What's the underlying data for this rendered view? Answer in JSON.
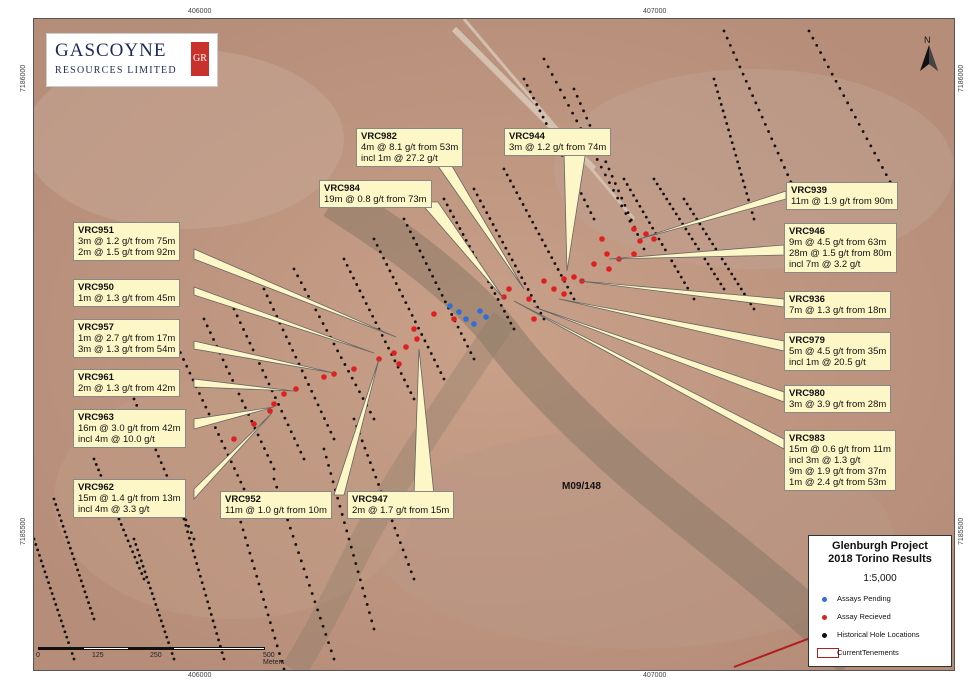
{
  "logo": {
    "name": "GASCOYNE",
    "sub": "RESOURCES LIMITED",
    "mark": "GR",
    "color": "#1d2a57",
    "accent": "#c9322a"
  },
  "north": {
    "label": "N"
  },
  "grid": {
    "x_top": [
      "406000",
      "407000"
    ],
    "x_bottom": [
      "406000",
      "407000"
    ],
    "y_left": [
      "7186000",
      "7185500"
    ],
    "y_right": [
      "7186000",
      "7185500"
    ]
  },
  "tenement_label": "M09/148",
  "legend": {
    "title1": "Glenburgh Project",
    "title2": "2018 Torino Results",
    "scale": "1:5,000",
    "items": [
      {
        "label": "Assays Pending",
        "color": "#2f6fd6",
        "symbol": "dot"
      },
      {
        "label": "Assay Recieved",
        "color": "#e02020",
        "symbol": "dot"
      },
      {
        "label": "Historical Hole Locations",
        "color": "#111111",
        "symbol": "dot"
      },
      {
        "label": "CurrentTenements",
        "color": "#b01e1e",
        "symbol": "rect"
      }
    ]
  },
  "scalebar": {
    "ticks": [
      "0",
      "125",
      "250",
      "500 Meters"
    ]
  },
  "callouts": [
    {
      "id": "VRC982",
      "lines": [
        "4m @ 8.1 g/t from 53m",
        "incl 1m @ 27.2 g/t"
      ]
    },
    {
      "id": "VRC944",
      "lines": [
        "3m @ 1.2 g/t from 74m"
      ]
    },
    {
      "id": "VRC984",
      "lines": [
        "19m @ 0.8 g/t from 73m"
      ]
    },
    {
      "id": "VRC939",
      "lines": [
        "11m @ 1.9 g/t from 90m"
      ]
    },
    {
      "id": "VRC951",
      "lines": [
        "3m @ 1.2 g/t from 75m",
        "2m @ 1.5 g/t from 92m"
      ]
    },
    {
      "id": "VRC946",
      "lines": [
        "9m @ 4.5 g/t from 63m",
        "28m @ 1.5 g/t from 80m",
        "incl 7m @ 3.2 g/t"
      ]
    },
    {
      "id": "VRC950",
      "lines": [
        "1m @ 1.3 g/t from 45m"
      ]
    },
    {
      "id": "VRC936",
      "lines": [
        "7m @ 1.3 g/t from 18m"
      ]
    },
    {
      "id": "VRC957",
      "lines": [
        "1m @ 2.7 g/t from 17m",
        "3m @ 1.3 g/t from 54m"
      ]
    },
    {
      "id": "VRC979",
      "lines": [
        "5m @ 4.5 g/t from 35m",
        "incl 1m @ 20.5 g/t"
      ]
    },
    {
      "id": "VRC961",
      "lines": [
        "2m @ 1.3 g/t from 42m"
      ]
    },
    {
      "id": "VRC980",
      "lines": [
        "3m @ 3.9 g/t from 28m"
      ]
    },
    {
      "id": "VRC963",
      "lines": [
        "16m @ 3.0 g/t from 42m",
        "incl 4m @ 10.0 g/t"
      ]
    },
    {
      "id": "VRC983",
      "lines": [
        "15m @ 0.6 g/t from 11m",
        "incl 3m @ 1.3 g/t",
        "9m @ 1.9 g/t from 37m",
        "1m @ 2.4 g/t from 53m"
      ]
    },
    {
      "id": "VRC962",
      "lines": [
        "15m @ 1.4 g/t from 13m",
        "incl 4m @ 3.3 g/t"
      ]
    },
    {
      "id": "VRC952",
      "lines": [
        "11m @ 1.0 g/t from 10m"
      ]
    },
    {
      "id": "VRC947",
      "lines": [
        "2m @ 1.7 g/t from 15m"
      ]
    }
  ]
}
